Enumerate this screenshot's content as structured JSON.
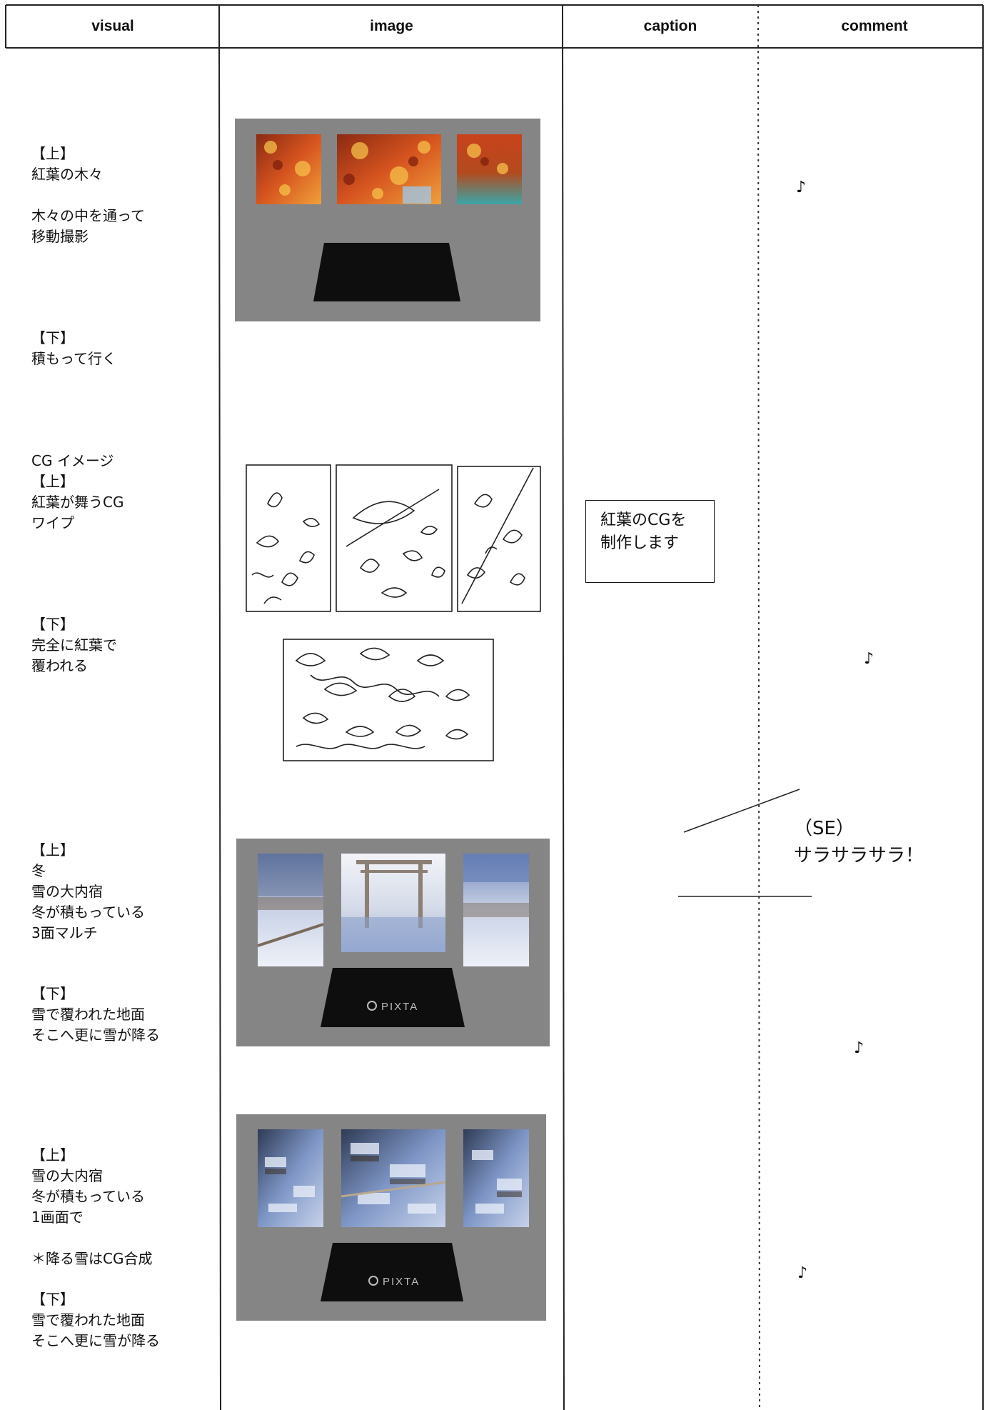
{
  "header": {
    "visual": "visual",
    "image": "image",
    "caption": "caption",
    "comment": "comment"
  },
  "rows": [
    {
      "visual": "【上】\n紅葉の木々\n\n木々の中を通って\n移動撮影",
      "visual_bottom": "【下】\n積もって行く",
      "comment_note": "♪"
    },
    {
      "visual": "CG イメージ\n【上】\n紅葉が舞うCG\nワイプ",
      "visual_bottom": "【下】\n完全に紅葉で\n覆われる",
      "caption": "紅葉のCGを\n制作します",
      "comment_note": "♪"
    },
    {
      "visual": "【上】\n冬\n雪の大内宿\n冬が積もっている\n3面マルチ",
      "visual_bottom": "【下】\n雪で覆われた地面\nそこへ更に雪が降る",
      "comment_se": "（SE）\nサラサラサラ！",
      "comment_note": "♪",
      "watermark": "PIXTA"
    },
    {
      "visual": "【上】\n雪の大内宿\n冬が積もっている\n1画面で\n\n＊降る雪はCG合成",
      "visual_bottom": "【下】\n雪で覆われた地面\nそこへ更に雪が降る",
      "comment_note": "♪",
      "watermark": "PIXTA"
    }
  ],
  "colors": {
    "panel_gray": "#858585",
    "autumn_red": "#c2411d",
    "autumn_orange": "#e07a2a",
    "snow_blue": "#7f97c4",
    "snow_white": "#e8ecf4"
  }
}
